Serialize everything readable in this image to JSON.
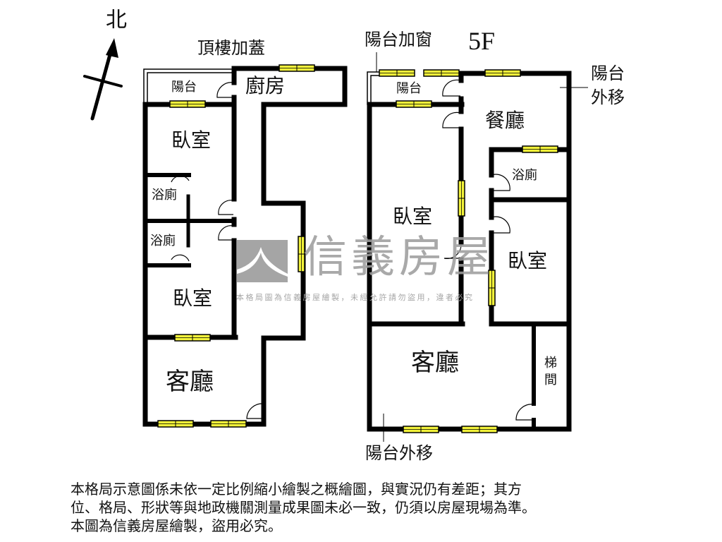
{
  "compass": {
    "north_label": "北",
    "icon": "north-arrow-icon"
  },
  "left_plan": {
    "title": "頂樓加蓋",
    "rooms": {
      "balcony": "陽台",
      "kitchen": "廚房",
      "bedroom_1": "臥室",
      "bath_1": "浴廁",
      "bath_2": "浴廁",
      "bedroom_2": "臥室",
      "living_room": "客廳"
    }
  },
  "right_plan": {
    "floor": "5F",
    "annotation_top": "陽台加窗",
    "annotation_right_1": "陽台",
    "annotation_right_2": "外移",
    "annotation_bottom": "陽台外移",
    "rooms": {
      "balcony": "陽台",
      "dining_room": "餐廳",
      "bath": "浴廁",
      "bedroom_1": "臥室",
      "bedroom_2": "臥室",
      "living_room": "客廳",
      "stairwell": "梯間"
    }
  },
  "watermark": {
    "brand": "信義房屋",
    "notice": "本格局圖為信義房屋繪製，未經允許請勿盜用，違者必究"
  },
  "colors": {
    "wall": "#000000",
    "window_fill": "#f2f23a",
    "watermark_gray": "#9e9e9e"
  },
  "footer": {
    "line1": "本格局示意圖係未依一定比例縮小繪製之概繪圖，與實況仍有差距；其方",
    "line2": "位、格局、形狀等與地政機關測量成果圖未必一致，仍須以房屋現場為準。",
    "line3": "本圖為信義房屋繪製，盜用必究。"
  }
}
